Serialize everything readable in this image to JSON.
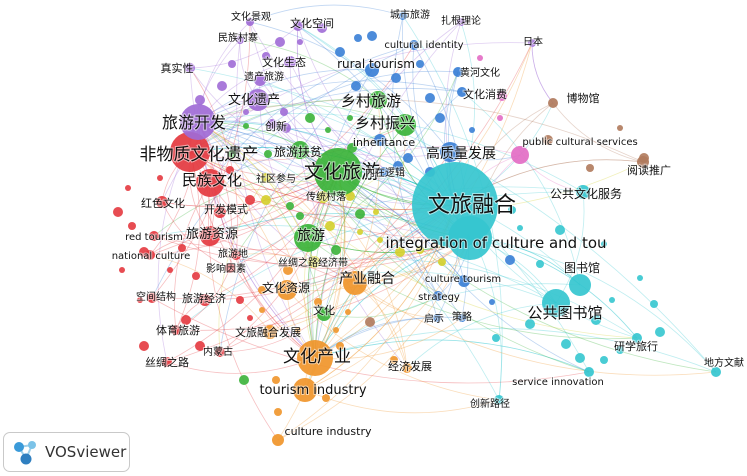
{
  "software": {
    "name": "VOSviewer"
  },
  "clusters": {
    "red": "#e4383f",
    "green": "#3bb33a",
    "blue": "#3a7fd6",
    "yellow": "#d4cf2a",
    "purple": "#a06bd6",
    "cyan": "#35c6cf",
    "orange": "#f0952a",
    "brown": "#b07a5c",
    "pink": "#e36cc4"
  },
  "nodes": [
    {
      "label": "文旅融合",
      "cluster": "cyan"
    },
    {
      "label": "integration of culture and tou",
      "cluster": "cyan"
    },
    {
      "label": "图书馆",
      "cluster": "cyan"
    },
    {
      "label": "公共图书馆",
      "cluster": "cyan"
    },
    {
      "label": "研学旅行",
      "cluster": "cyan"
    },
    {
      "label": "地方文献",
      "cluster": "cyan"
    },
    {
      "label": "service innovation",
      "cluster": "cyan"
    },
    {
      "label": "创新路径",
      "cluster": "cyan"
    },
    {
      "label": "公共文化服务",
      "cluster": "cyan"
    },
    {
      "label": "阅读推广",
      "cluster": "brown"
    },
    {
      "label": "博物馆",
      "cluster": "brown"
    },
    {
      "label": "public cultural services",
      "cluster": "pink"
    },
    {
      "label": "文化旅游",
      "cluster": "green"
    },
    {
      "label": "乡村旅游",
      "cluster": "green"
    },
    {
      "label": "乡村振兴",
      "cluster": "green"
    },
    {
      "label": "rural tourism",
      "cluster": "blue"
    },
    {
      "label": "cultural identity",
      "cluster": "blue"
    },
    {
      "label": "城市旅游",
      "cluster": "blue"
    },
    {
      "label": "扎根理论",
      "cluster": "purple"
    },
    {
      "label": "日本",
      "cluster": "purple"
    },
    {
      "label": "黄河文化",
      "cluster": "blue"
    },
    {
      "label": "文化消费",
      "cluster": "blue"
    },
    {
      "label": "高质量发展",
      "cluster": "blue"
    },
    {
      "label": "inheritance",
      "cluster": "blue"
    },
    {
      "label": "内在逻辑",
      "cluster": "blue"
    },
    {
      "label": "文化景观",
      "cluster": "purple"
    },
    {
      "label": "文化空间",
      "cluster": "purple"
    },
    {
      "label": "民族村寨",
      "cluster": "purple"
    },
    {
      "label": "真实性",
      "cluster": "purple"
    },
    {
      "label": "文化生态",
      "cluster": "purple"
    },
    {
      "label": "遗产旅游",
      "cluster": "purple"
    },
    {
      "label": "文化遗产",
      "cluster": "purple"
    },
    {
      "label": "旅游开发",
      "cluster": "purple"
    },
    {
      "label": "创新",
      "cluster": "purple"
    },
    {
      "label": "非物质文化遗产",
      "cluster": "red"
    },
    {
      "label": "旅游扶贫",
      "cluster": "green"
    },
    {
      "label": "民族文化",
      "cluster": "red"
    },
    {
      "label": "社区参与",
      "cluster": "yellow"
    },
    {
      "label": "传统村落",
      "cluster": "yellow"
    },
    {
      "label": "红色文化",
      "cluster": "red"
    },
    {
      "label": "开发模式",
      "cluster": "red"
    },
    {
      "label": "red tourism",
      "cluster": "red"
    },
    {
      "label": "旅游资源",
      "cluster": "red"
    },
    {
      "label": "national culture",
      "cluster": "red"
    },
    {
      "label": "旅游地",
      "cluster": "red"
    },
    {
      "label": "影响因素",
      "cluster": "red"
    },
    {
      "label": "旅游",
      "cluster": "green"
    },
    {
      "label": "丝绸之路经济带",
      "cluster": "yellow"
    },
    {
      "label": "产业融合",
      "cluster": "orange"
    },
    {
      "label": "culture tourism",
      "cluster": "blue"
    },
    {
      "label": "strategy",
      "cluster": "blue"
    },
    {
      "label": "启示",
      "cluster": "blue"
    },
    {
      "label": "策略",
      "cluster": "blue"
    },
    {
      "label": "空间结构",
      "cluster": "red"
    },
    {
      "label": "旅游经济",
      "cluster": "red"
    },
    {
      "label": "文化资源",
      "cluster": "orange"
    },
    {
      "label": "体育旅游",
      "cluster": "red"
    },
    {
      "label": "文旅融合发展",
      "cluster": "orange"
    },
    {
      "label": "文化",
      "cluster": "green"
    },
    {
      "label": "内蒙古",
      "cluster": "red"
    },
    {
      "label": "丝绸之路",
      "cluster": "red"
    },
    {
      "label": "文化产业",
      "cluster": "orange"
    },
    {
      "label": "经济发展",
      "cluster": "orange"
    },
    {
      "label": "tourism industry",
      "cluster": "orange"
    },
    {
      "label": "culture industry",
      "cluster": "orange"
    }
  ]
}
